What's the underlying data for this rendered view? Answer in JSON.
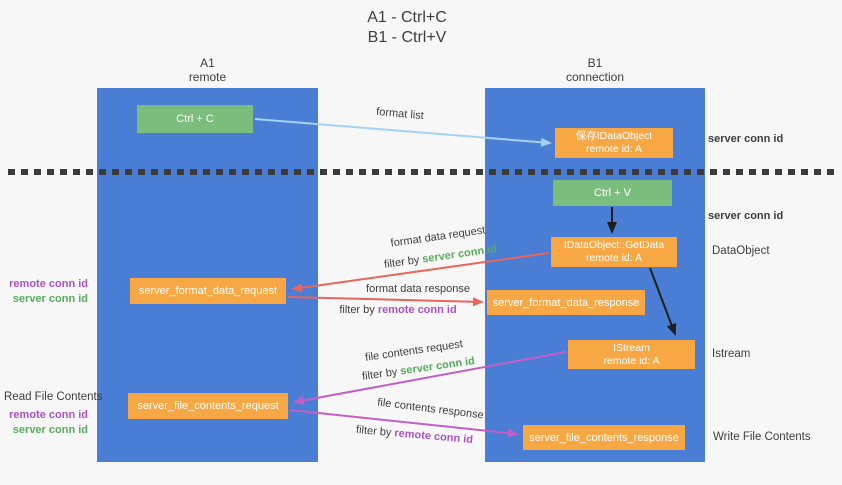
{
  "title": {
    "line1": "A1 - Ctrl+C",
    "line2": "B1 - Ctrl+V"
  },
  "lanes": {
    "left": {
      "title": "A1",
      "subtitle": "remote"
    },
    "right": {
      "title": "B1",
      "subtitle": "connection"
    }
  },
  "nodes": {
    "ctrl_c": {
      "label": "Ctrl + C"
    },
    "ctrl_v": {
      "label": "Ctrl + V"
    },
    "save_dataobject": {
      "line1": "保存IDataObject",
      "line2": "remote id: A"
    },
    "getdata": {
      "line1": "IDataObject::GetData",
      "line2": "remote id: A"
    },
    "istream": {
      "line1": "IStream",
      "line2": "remote id: A"
    },
    "format_request": {
      "label": "server_format_data_request"
    },
    "format_response": {
      "label": "server_format_data_response"
    },
    "file_request": {
      "label": "server_file_contents_request"
    },
    "file_response": {
      "label": "server_file_contents_response"
    }
  },
  "arrow_labels": {
    "format_list": "format list",
    "format_data_request": "format data request",
    "format_data_response": "format data response",
    "file_contents_request": "file contents request",
    "file_contents_response": "file contents response",
    "filter_by": "filter by ",
    "server_conn_id": "server conn id",
    "remote_conn_id": "remote conn id"
  },
  "side_labels": {
    "server_conn_id_top": "server conn id",
    "server_conn_id_mid": "server conn id",
    "dataobject": "DataObject",
    "istream": "Istream",
    "read_file_contents": "Read File Contents",
    "write_file_contents": "Write File Contents",
    "remote_conn_id": "remote conn id",
    "server_conn_id": "server conn id"
  },
  "colors": {
    "lane_blue": "#4a7ed4",
    "box_orange": "#f7a845",
    "box_green": "#7bbd7d",
    "text_green": "#58ab5b",
    "text_purple": "#ab51c8",
    "arrow_red": "#e8655c",
    "arrow_magenta": "#c25fc6",
    "arrow_blue": "#a5d2f2",
    "arrow_black": "#1f1f1f"
  }
}
